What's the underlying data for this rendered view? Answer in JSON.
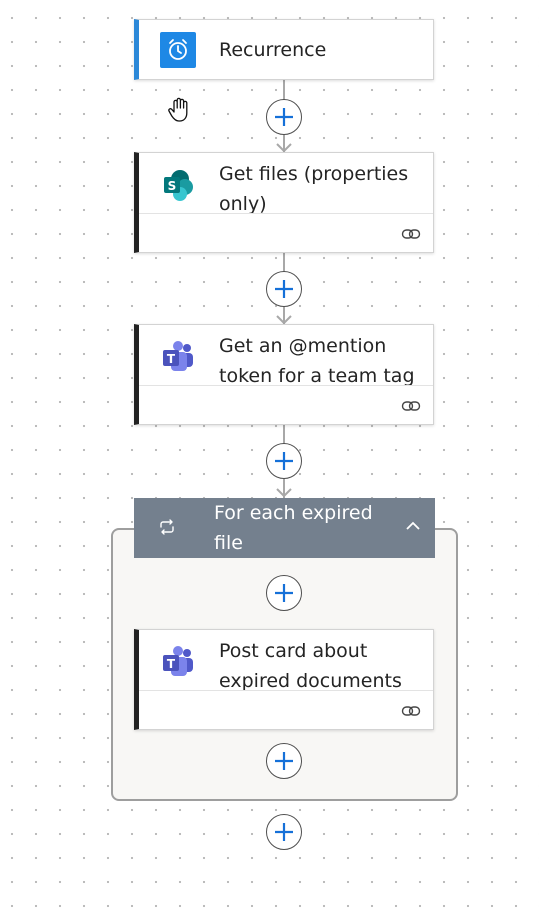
{
  "flow": {
    "steps": [
      {
        "title": "Recurrence",
        "icon": "clock-icon",
        "accent": "#2b88d8"
      },
      {
        "title": "Get files (properties only)",
        "icon": "sharepoint-icon",
        "accent": "#222222"
      },
      {
        "title": "Get an @mention token for a team tag",
        "icon": "teams-icon",
        "accent": "#222222"
      }
    ],
    "loop": {
      "title": "For each expired file",
      "header_color": "#74808e",
      "inner_step": {
        "title": "Post card about expired documents",
        "icon": "teams-icon",
        "accent": "#222222"
      }
    }
  },
  "colors": {
    "add_plus": "#1570d8",
    "connector": "#a8a8a8",
    "recurrence_icon_bg": "#1e88e5"
  }
}
